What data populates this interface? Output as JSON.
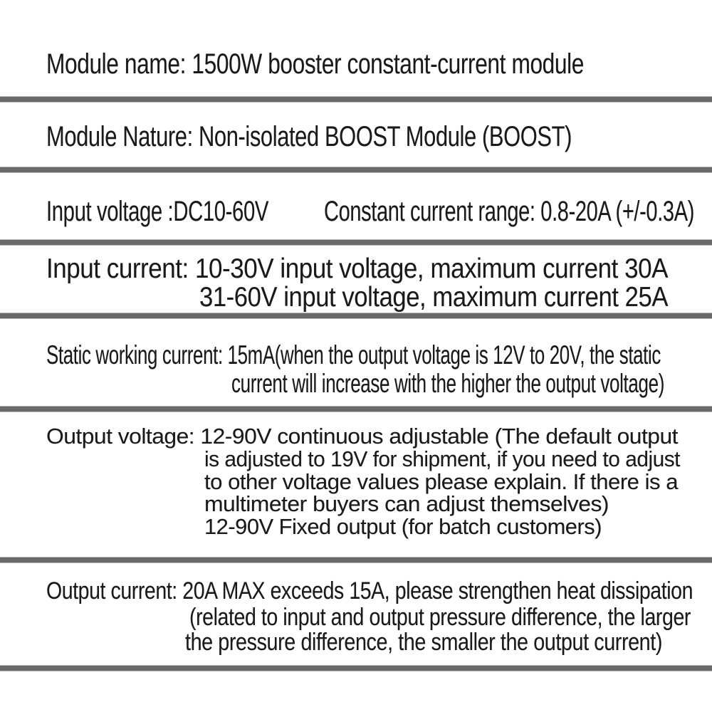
{
  "colors": {
    "background": "#ffffff",
    "divider_bar": "#6a6a6a",
    "text": "#1a1a1a"
  },
  "spec_sheet": {
    "rows": [
      {
        "name": "module-name",
        "lines": [
          "Module name: 1500W booster constant-current module"
        ]
      },
      {
        "name": "module-nature",
        "lines": [
          "Module Nature: Non-isolated BOOST Module (BOOST)"
        ]
      },
      {
        "name": "input-voltage-and-constant-current-range",
        "lines": [
          "Input voltage :DC10-60V",
          "Constant current range: 0.8-20A (+/-0.3A)"
        ]
      },
      {
        "name": "input-current",
        "lines": [
          "Input current: 10-30V input voltage, maximum current 30A",
          "31-60V input voltage, maximum current 25A"
        ]
      },
      {
        "name": "static-working-current",
        "lines": [
          "Static working current: 15mA(when the output voltage is 12V to 20V, the static",
          "current will increase with the higher the output voltage)"
        ]
      },
      {
        "name": "output-voltage",
        "lines": [
          "Output voltage: 12-90V continuous adjustable (The default output",
          "is adjusted to 19V for shipment, if you need to adjust",
          "to other voltage values please explain. If there is a",
          "multimeter buyers can adjust themselves)",
          "12-90V Fixed output (for batch customers)"
        ]
      },
      {
        "name": "output-current",
        "lines": [
          "Output current: 20A MAX exceeds 15A, please strengthen heat dissipation",
          "(related to input and output pressure difference, the larger",
          "the pressure difference, the smaller the output current)"
        ]
      }
    ]
  }
}
